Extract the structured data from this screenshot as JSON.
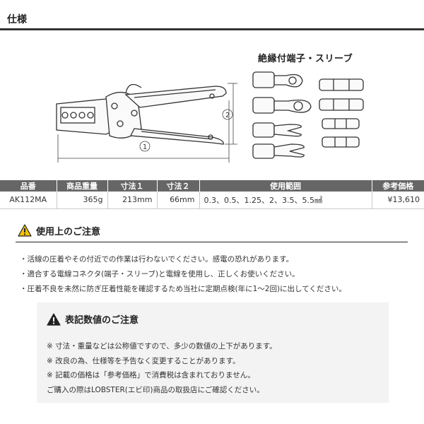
{
  "section": {
    "title": "仕様"
  },
  "figure": {
    "sleeve_title": "絶縁付端子・スリーブ",
    "dim1": "1",
    "dim2": "2"
  },
  "spec_table": {
    "headers": [
      "品番",
      "商品重量",
      "寸法１",
      "寸法２",
      "使用範囲",
      "参考価格"
    ],
    "rows": [
      [
        "AK112MA",
        "365g",
        "213mm",
        "66mm",
        "0.3、0.5、1.25、2、3.5、5.5㎟",
        "¥13,610"
      ]
    ]
  },
  "caution": {
    "title": "使用上のご注意",
    "items": [
      "・活線の圧着やその付近での作業は行わないでください。感電の恐れがあります。",
      "・適合する電線コネクタ(端子・スリーブ)と電線を使用し、正しくお使いください。",
      "・圧着不良を未然に防ぎ圧着性能を確認するため当社に定期点検(年に1～2回)に出してください。"
    ]
  },
  "notes": {
    "title": "表記数値のご注意",
    "items": [
      "※ 寸法・重量などは公称値ですので、多少の数値の上下があります。",
      "※ 改良の為、仕様等を予告なく変更することがあります。",
      "※ 記載の価格は「参考価格」で消費税は含まれておりません。",
      "ご購入の際はLOBSTER(エビ印)商品の取扱店にご確認ください。"
    ]
  },
  "colors": {
    "header_bg": "#666666",
    "warning_yellow": "#f5c400",
    "note_bg": "#f3f3f3"
  },
  "icons": [
    "warning-icon",
    "warning-black-icon"
  ]
}
